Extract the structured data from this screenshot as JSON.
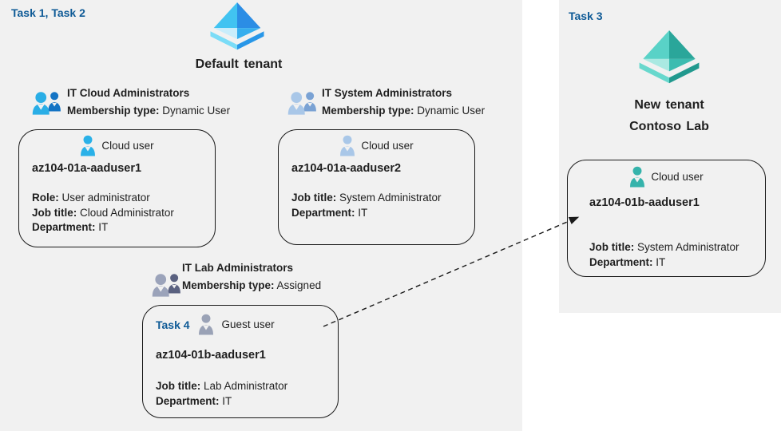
{
  "colors": {
    "panel_bg": "#f1f1f1",
    "task_label_blue": "#0e5a96",
    "card_border": "#1a1a1a",
    "text": "#1f1f1f",
    "azure_icon_light_blue": "#41c3f1",
    "azure_icon_dark_blue": "#2b8de5",
    "teal_icon_light": "#59d2c7",
    "teal_icon_dark": "#2aa69a",
    "cloud_user_blue": "#2ab1e8",
    "steel_user_blue": "#a9c7e8",
    "guest_user_gray": "#9aa2b6",
    "teal_user": "#35b3ab"
  },
  "icons": {
    "default_tenant": "azure-ad-tenant-icon-blue",
    "new_tenant": "azure-ad-tenant-icon-teal",
    "group_cloud": "people-group-icon-blue",
    "group_system": "people-group-icon-steel",
    "group_lab": "people-group-icon-gray",
    "user_cloud": "person-icon-cyan",
    "user_steel": "person-icon-steel",
    "user_guest": "person-icon-gray",
    "user_teal": "person-icon-teal",
    "arrow": "dashed-arrow"
  },
  "default_tenant": {
    "task_label": "Task 1, Task 2",
    "title": "Default tenant"
  },
  "new_tenant": {
    "task_label": "Task 3",
    "title_line1": "New tenant",
    "title_line2": "Contoso Lab"
  },
  "groups": {
    "cloud": {
      "title": "IT Cloud Administrators",
      "membership_label": "Membership type:",
      "membership_value": "Dynamic User"
    },
    "system": {
      "title": "IT System Administrators",
      "membership_label": "Membership type:",
      "membership_value": "Dynamic User"
    },
    "lab": {
      "title": "IT Lab Administrators",
      "membership_label": "Membership type:",
      "membership_value": "Assigned"
    }
  },
  "cards": {
    "user1": {
      "type_label": "Cloud user",
      "name": "az104-01a-aaduser1",
      "role_label": "Role:",
      "role_value": "User administrator",
      "job_label": "Job title:",
      "job_value": "Cloud Administrator",
      "dept_label": "Department:",
      "dept_value": "IT"
    },
    "user2": {
      "type_label": "Cloud user",
      "name": "az104-01a-aaduser2",
      "job_label": "Job title:",
      "job_value": "System Administrator",
      "dept_label": "Department:",
      "dept_value": "IT"
    },
    "guest": {
      "task_label": "Task 4",
      "type_label": "Guest user",
      "name": "az104-01b-aaduser1",
      "job_label": "Job title:",
      "job_value": "Lab Administrator",
      "dept_label": "Department:",
      "dept_value": "IT"
    },
    "new_user": {
      "type_label": "Cloud user",
      "name": "az104-01b-aaduser1",
      "job_label": "Job title:",
      "job_value": "System Administrator",
      "dept_label": "Department:",
      "dept_value": "IT"
    }
  }
}
